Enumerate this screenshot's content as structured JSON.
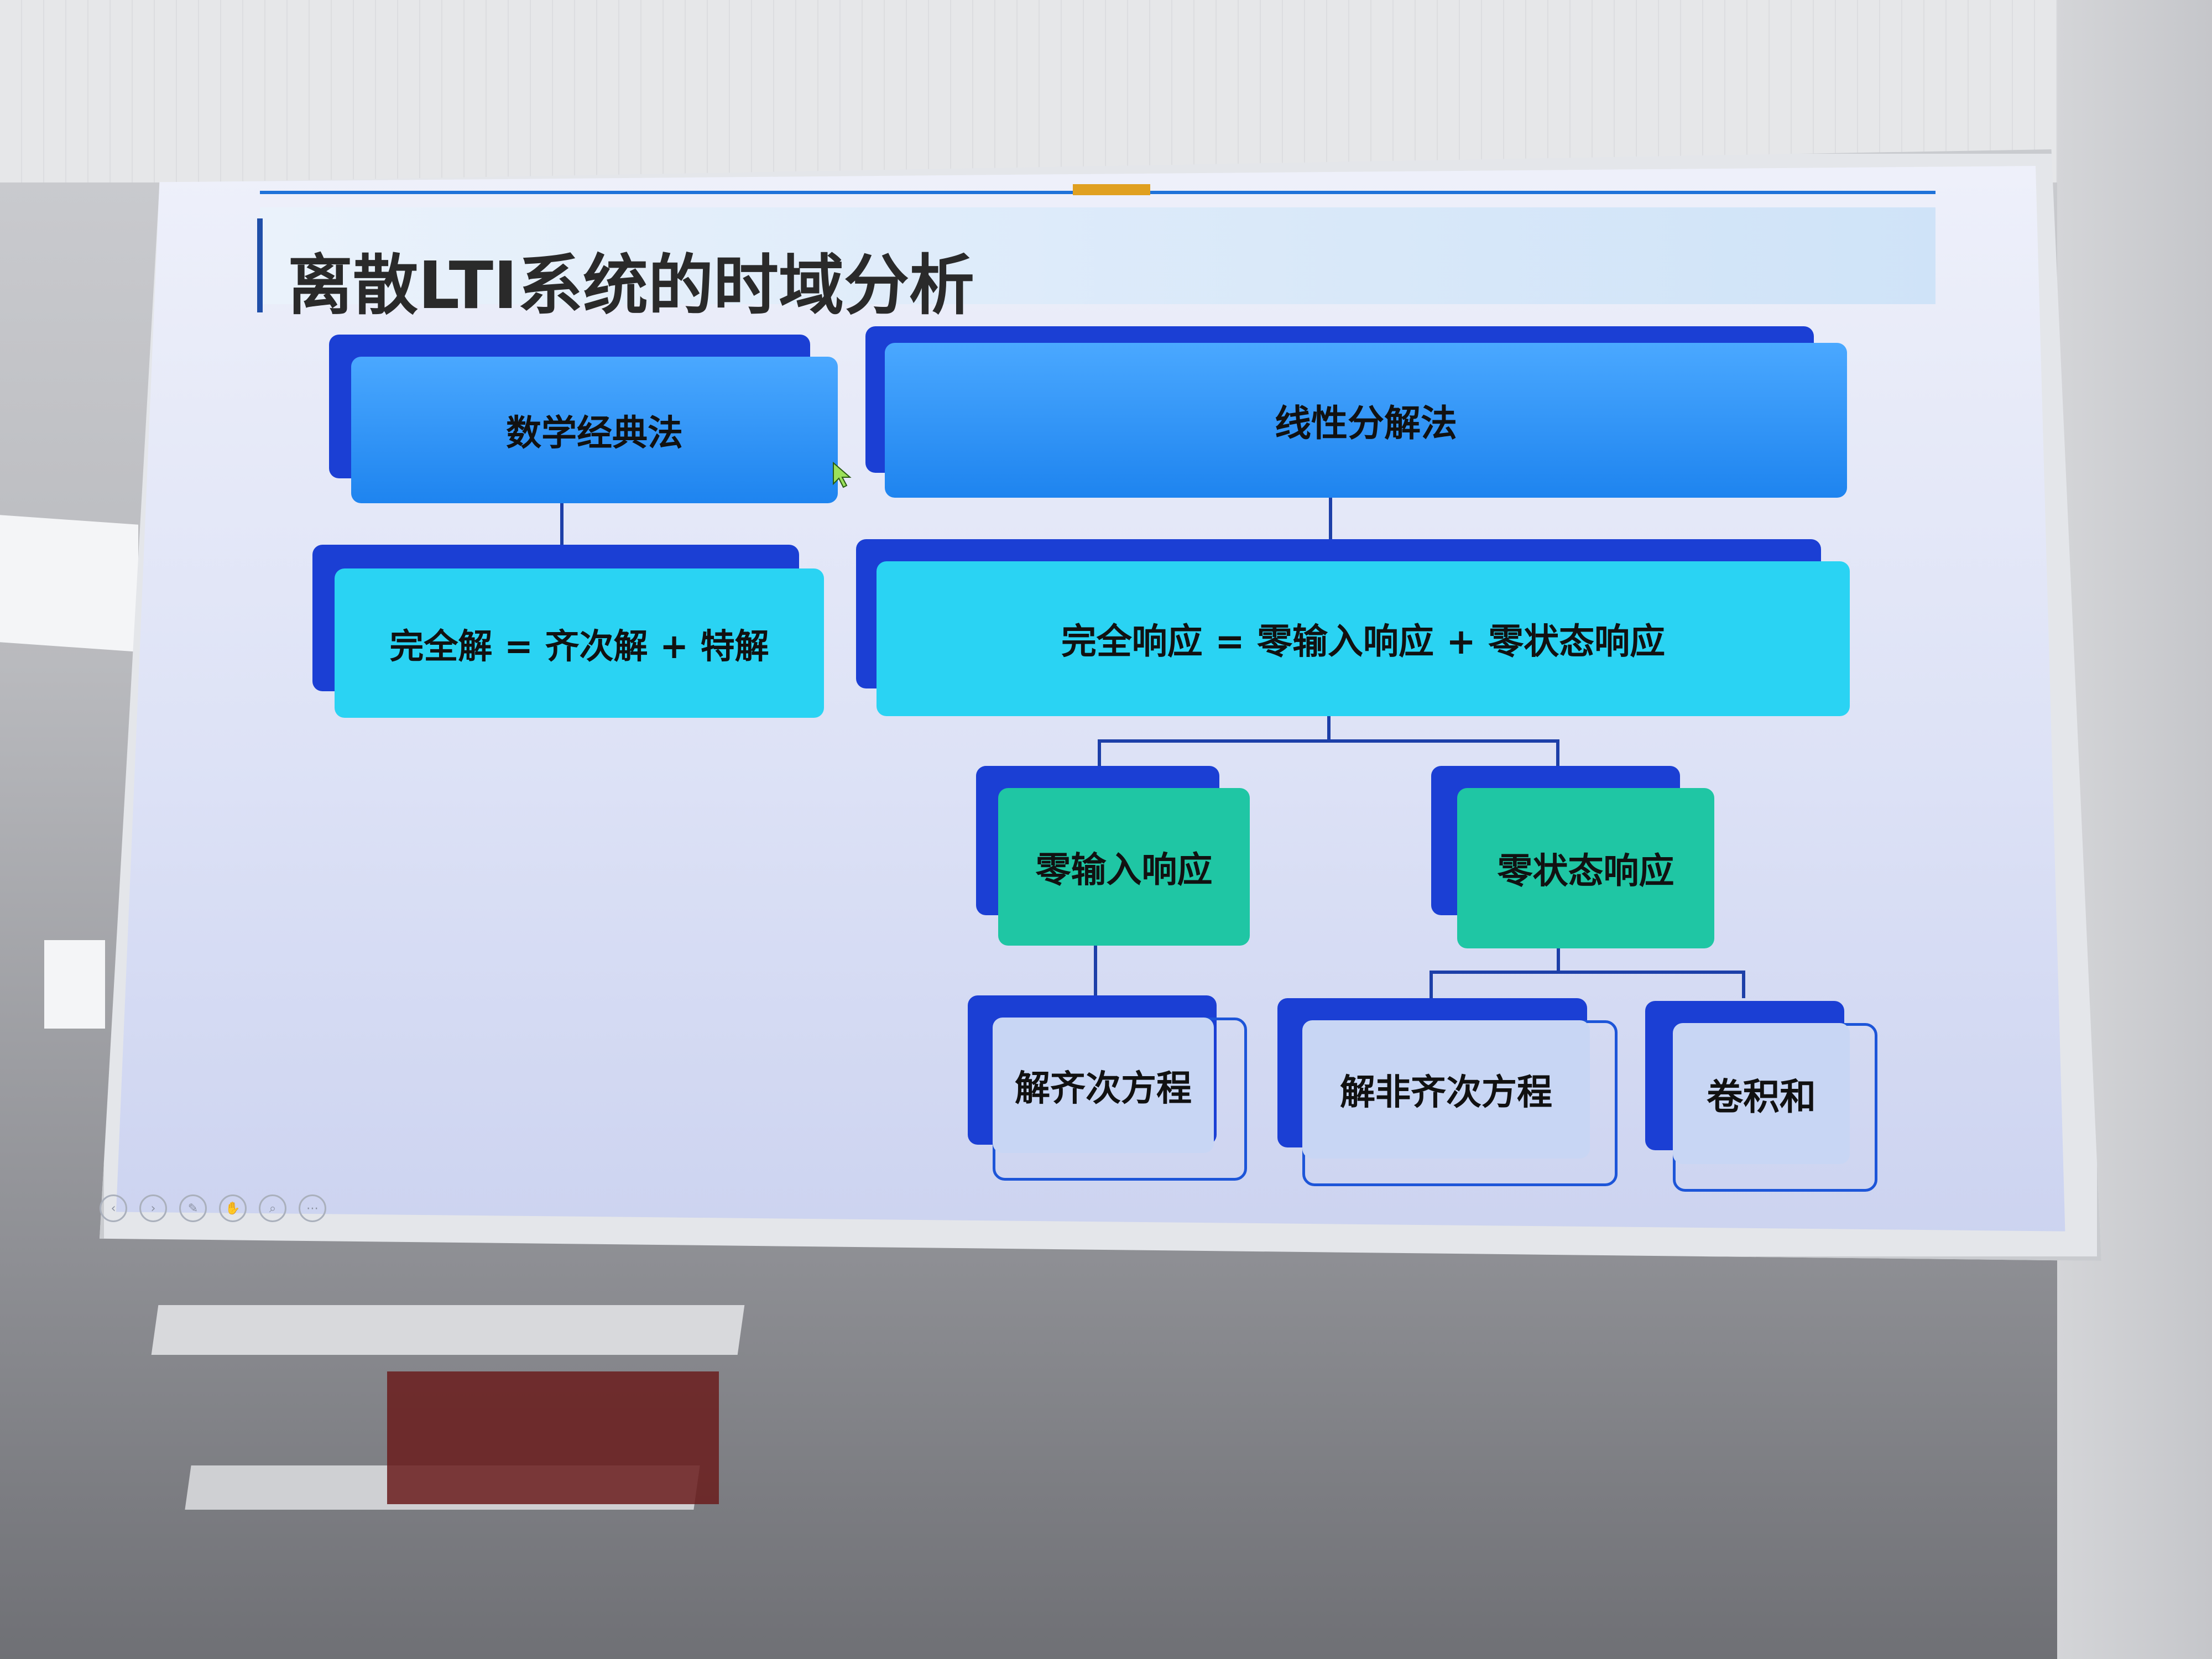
{
  "slide": {
    "title": "离散LTI系统的时域分析",
    "method_classical": "数学经典法",
    "eq_classical": "完全解 = 齐次解  +  特解",
    "method_linear": "线性分解法",
    "eq_linear": "完全响应 = 零输入响应  +  零状态响应",
    "zero_input": "零输入响应",
    "zero_state": "零状态响应",
    "leaf_homogeneous": "解齐次方程",
    "leaf_nonhomogeneous": "解非齐次方程",
    "leaf_convolution": "卷积和"
  },
  "colors": {
    "box_blue": "#1e84ef",
    "box_cyan": "#2ad3f3",
    "box_teal": "#1fc6a4",
    "shadow": "#1b3fd4"
  },
  "toolbar": {
    "icons": [
      "back-icon",
      "forward-icon",
      "pen-icon",
      "hand-icon",
      "zoom-icon",
      "more-icon"
    ]
  }
}
